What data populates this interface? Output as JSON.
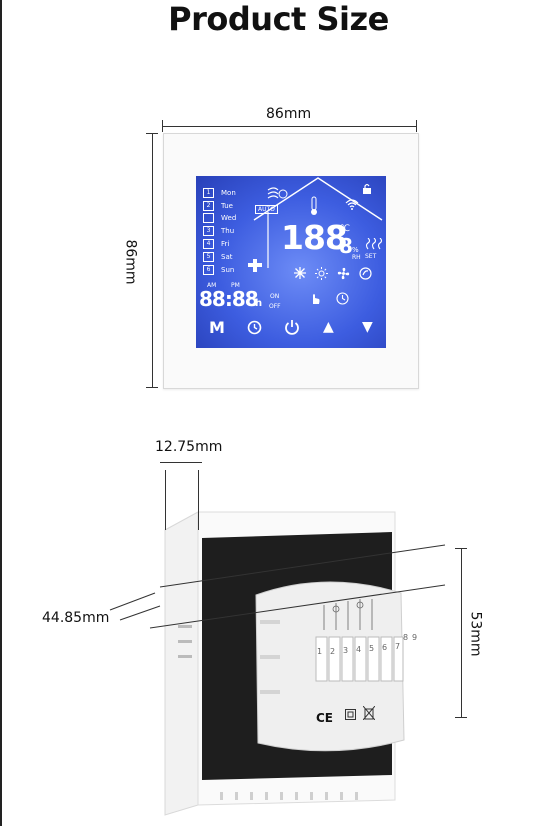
{
  "title": "Product Size",
  "dimensions": {
    "width": "86mm",
    "height": "86mm",
    "depth_front": "12.75mm",
    "depth_total": "44.85mm",
    "module_height": "53mm"
  },
  "lcd": {
    "days": [
      {
        "num": "1",
        "name": "Mon"
      },
      {
        "num": "2",
        "name": "Tue"
      },
      {
        "num": "",
        "name": "Wed"
      },
      {
        "num": "3",
        "name": "Thu"
      },
      {
        "num": "4",
        "name": "Fri"
      },
      {
        "num": "5",
        "name": "Sat"
      },
      {
        "num": "6",
        "name": "Sun"
      }
    ],
    "auto": "AUTO",
    "temp": "188",
    "temp_dec": "8",
    "unit": "℃",
    "rh": "RH",
    "percent": "%",
    "set": "SET",
    "am": "AM",
    "pm": "PM",
    "clock": "88:88",
    "clock_h": "h",
    "on": "ON",
    "off": "OFF"
  },
  "buttons": {
    "mode": "M",
    "up": "▲",
    "down": "▼"
  },
  "back": {
    "terminals": [
      "1",
      "2",
      "3",
      "4",
      "5",
      "6",
      "7",
      "8",
      "9"
    ],
    "marks": [
      "CE"
    ]
  }
}
